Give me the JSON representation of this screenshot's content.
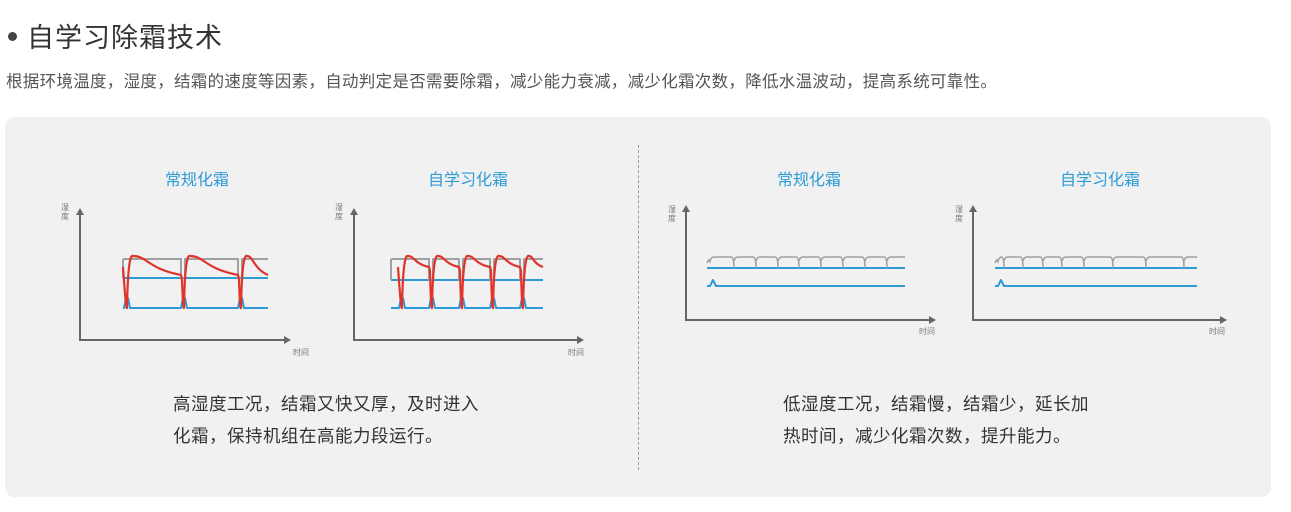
{
  "header": {
    "title": "自学习除霜技术",
    "subtitle": "根据环境温度，湿度，结霜的速度等因素，自动判定是否需要除霜，减少能力衰减，减少化霜次数，降低水温波动，提高系统可靠性。"
  },
  "colors": {
    "accent": "#2e9ad6",
    "red_curve": "#e0332b",
    "gray_curve": "#a0a0a0",
    "panel_bg": "#f1f1f1"
  },
  "axis": {
    "y_label": "湿度",
    "x_label": "时间"
  },
  "left_panel": {
    "chart_titles": [
      "常规化霜",
      "自学习化霜"
    ],
    "caption_lines": [
      "高湿度工况，结霜又快又厚，及时进入",
      "化霜，保持机组在高能力段运行。"
    ]
  },
  "right_panel": {
    "chart_titles": [
      "常规化霜",
      "自学习化霜"
    ],
    "caption_lines": [
      "低湿度工况，结霜慢，结霜少，延长加",
      "热时间，减少化霜次数，提升能力。"
    ]
  }
}
